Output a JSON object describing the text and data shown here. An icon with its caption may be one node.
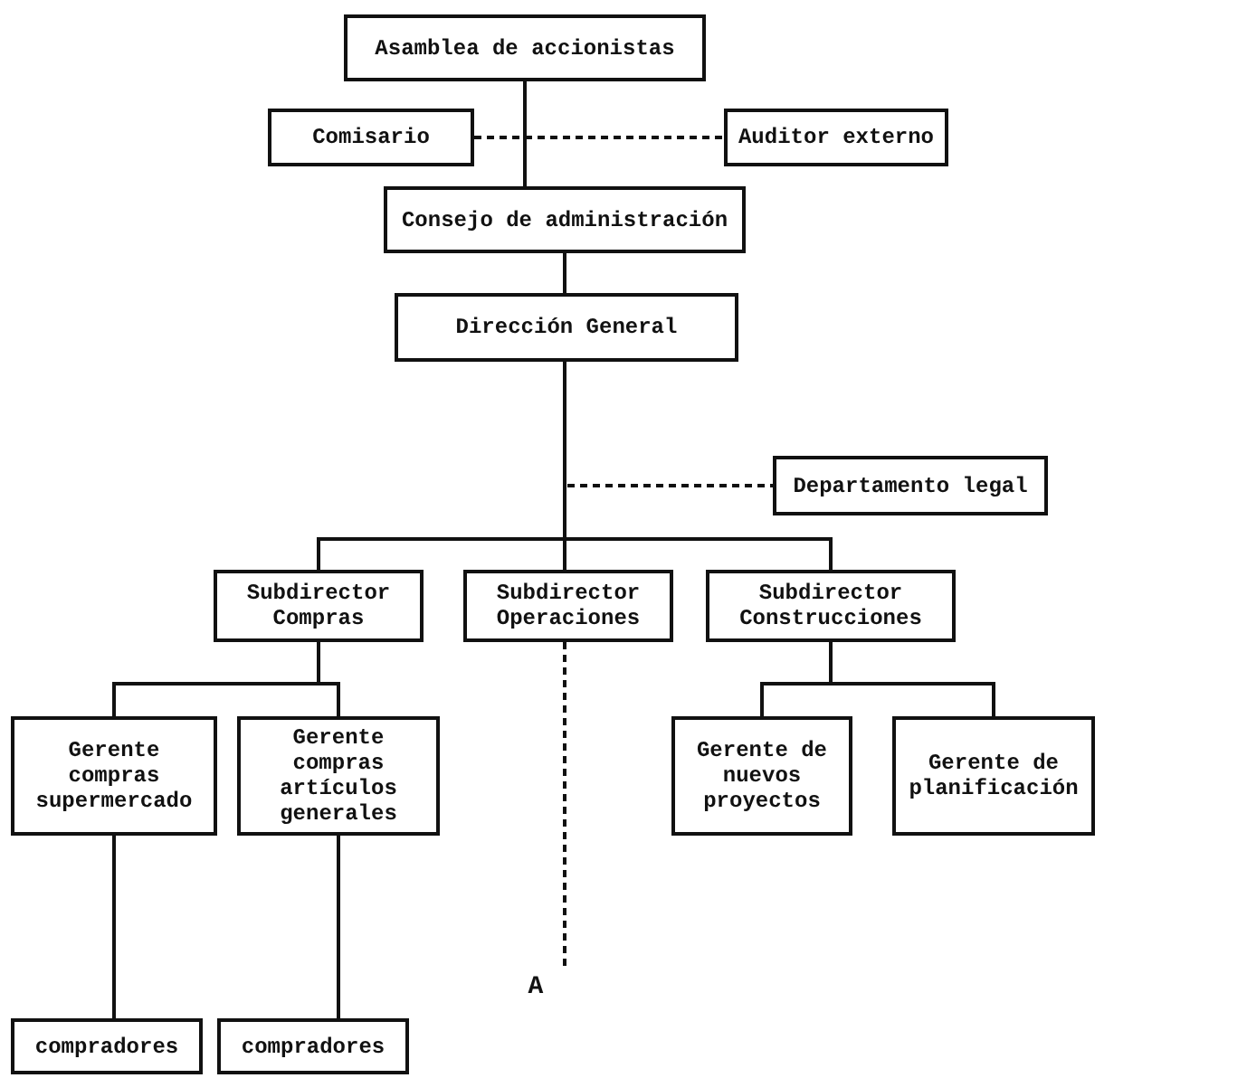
{
  "diagram": {
    "nodes": [
      {
        "text": [
          "Asamblea de accionistas"
        ]
      },
      {
        "text": [
          "Comisario"
        ]
      },
      {
        "text": [
          "Auditor externo"
        ]
      },
      {
        "text": [
          "Consejo de administración"
        ]
      },
      {
        "text": [
          "Dirección General"
        ]
      },
      {
        "text": [
          "Departamento legal"
        ]
      },
      {
        "text": [
          "Subdirector Compras"
        ]
      },
      {
        "text": [
          "Subdirector Operaciones"
        ]
      },
      {
        "text": [
          "Subdirector Construcciones"
        ]
      },
      {
        "text": [
          "Gerente compras supermercado"
        ]
      },
      {
        "text": [
          "Gerente compras artículos generales"
        ]
      },
      {
        "text": [
          "Gerente de nuevos proyectos"
        ]
      },
      {
        "text": [
          "Gerente de planificación"
        ]
      },
      {
        "text": [
          "A"
        ]
      },
      {
        "text": [
          "compradores"
        ]
      },
      {
        "text": [
          "compradores"
        ]
      }
    ],
    "edges": [
      {
        "from": 0,
        "to": 3,
        "arrow": "none"
      },
      {
        "from": 1,
        "to": 2,
        "arrow": "none",
        "style": "dashed"
      },
      {
        "from": 3,
        "to": 4,
        "arrow": "none"
      },
      {
        "from": 4,
        "to": 5,
        "arrow": "none",
        "style": "dashed"
      },
      {
        "from": 4,
        "to": 6,
        "arrow": "none"
      },
      {
        "from": 4,
        "to": 7,
        "arrow": "none"
      },
      {
        "from": 4,
        "to": 8,
        "arrow": "none"
      },
      {
        "from": 7,
        "to": 13,
        "arrow": "none",
        "style": "dashed"
      },
      {
        "from": 6,
        "to": 9,
        "arrow": "none"
      },
      {
        "from": 6,
        "to": 10,
        "arrow": "none"
      },
      {
        "from": 8,
        "to": 11,
        "arrow": "none"
      },
      {
        "from": 8,
        "to": 12,
        "arrow": "none"
      },
      {
        "from": 9,
        "to": 14,
        "arrow": "none"
      },
      {
        "from": 10,
        "to": 15,
        "arrow": "none"
      }
    ]
  }
}
